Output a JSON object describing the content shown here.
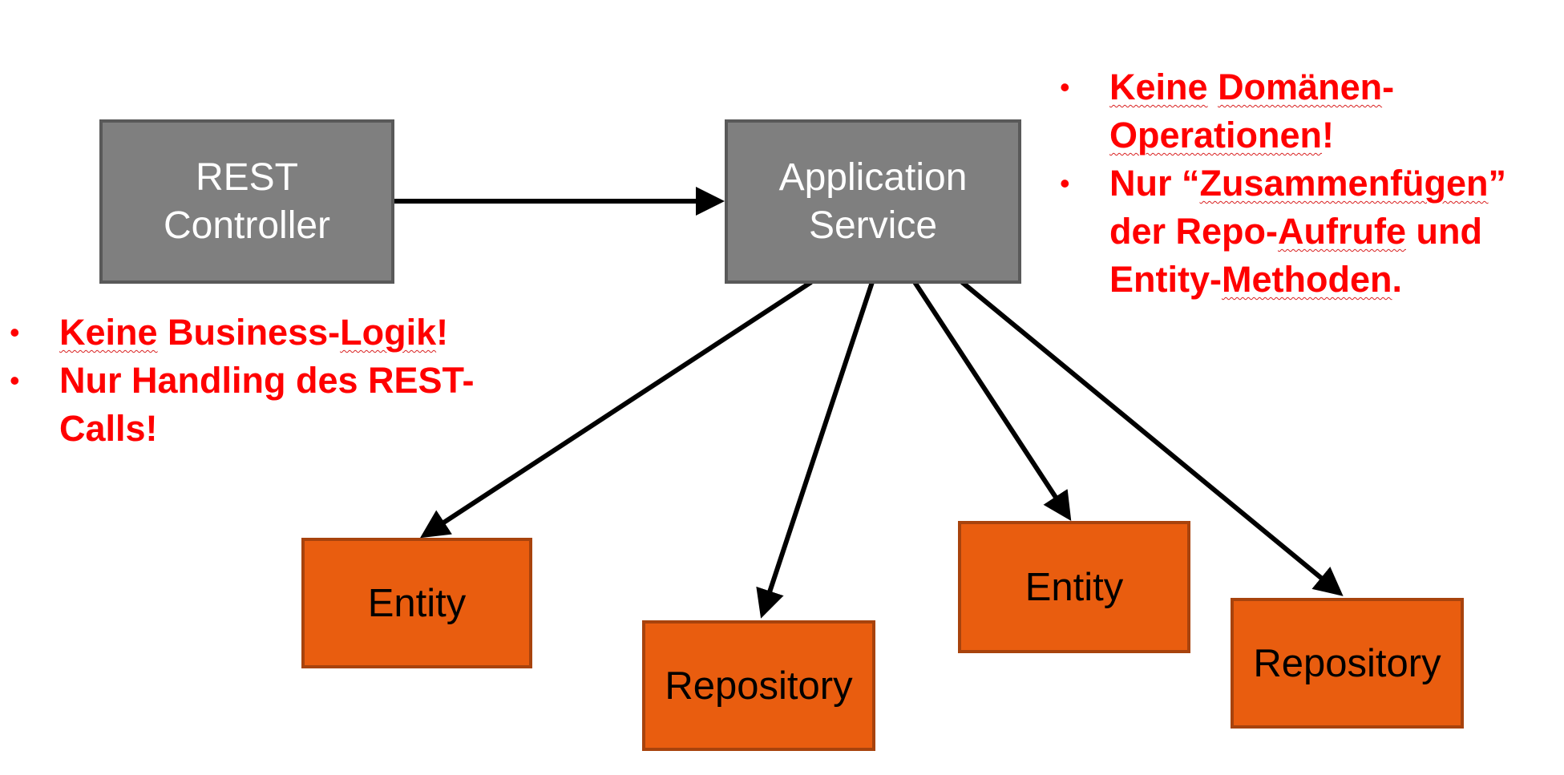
{
  "nodes": {
    "rest_controller": {
      "line1": "REST",
      "line2": "Controller"
    },
    "application_service": {
      "line1": "Application",
      "line2": "Service"
    },
    "entity_1": {
      "label": "Entity"
    },
    "repository_1": {
      "label": "Repository"
    },
    "entity_2": {
      "label": "Entity"
    },
    "repository_2": {
      "label": "Repository"
    }
  },
  "notes": {
    "controller": [
      [
        "Keine",
        " Business-",
        "Logik",
        "!"
      ],
      [
        "Nur Handling des REST-",
        "Calls!"
      ]
    ],
    "service": [
      [
        "Keine",
        " ",
        "Domänen",
        "-",
        "Operationen",
        "!"
      ],
      [
        "Nur “",
        "Zusammenfügen",
        "”",
        "der Repo-",
        "Aufrufe",
        " und",
        "Entity-",
        "Methoden",
        "."
      ]
    ]
  },
  "edges": [
    {
      "from": "rest_controller",
      "to": "application_service"
    },
    {
      "from": "application_service",
      "to": "entity_1"
    },
    {
      "from": "application_service",
      "to": "repository_1"
    },
    {
      "from": "application_service",
      "to": "entity_2"
    },
    {
      "from": "application_service",
      "to": "repository_2"
    }
  ],
  "colors": {
    "gray_box": "#7f7f7f",
    "orange_box": "#e95d0f",
    "note_text": "#ff0000",
    "arrow": "#000000"
  }
}
